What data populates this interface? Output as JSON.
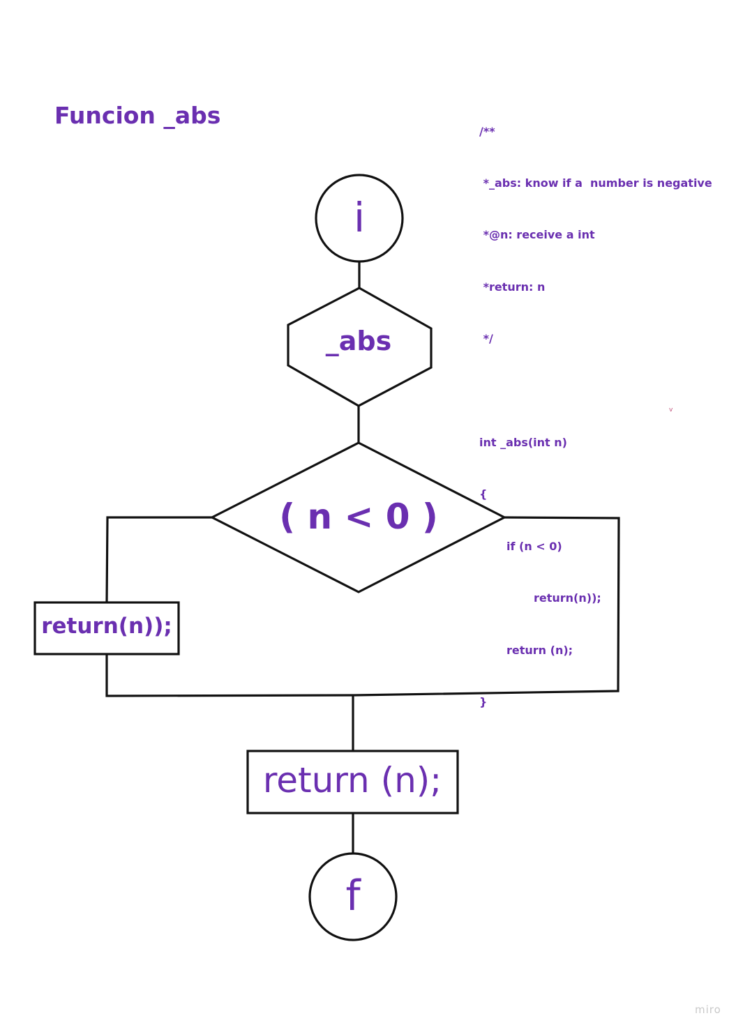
{
  "title": "Funcion _abs",
  "code_lines": [
    "/**",
    " *_abs: know if a  number is negative",
    " *@n: receive a int",
    " *return: n",
    " */",
    "",
    "int _abs(int n)",
    "{",
    "       if (n < 0)",
    "              return(n));",
    "       return (n);",
    "}"
  ],
  "stray_mark": "v",
  "watermark": "miro",
  "nodes": {
    "start": "i",
    "function": "_abs",
    "condition": "( n < 0 )",
    "branch_return": "return(n));",
    "final_return": "return (n);",
    "end": "f"
  },
  "colors": {
    "accent": "#6a2fb0",
    "stroke": "#111111",
    "background": "#ffffff"
  }
}
